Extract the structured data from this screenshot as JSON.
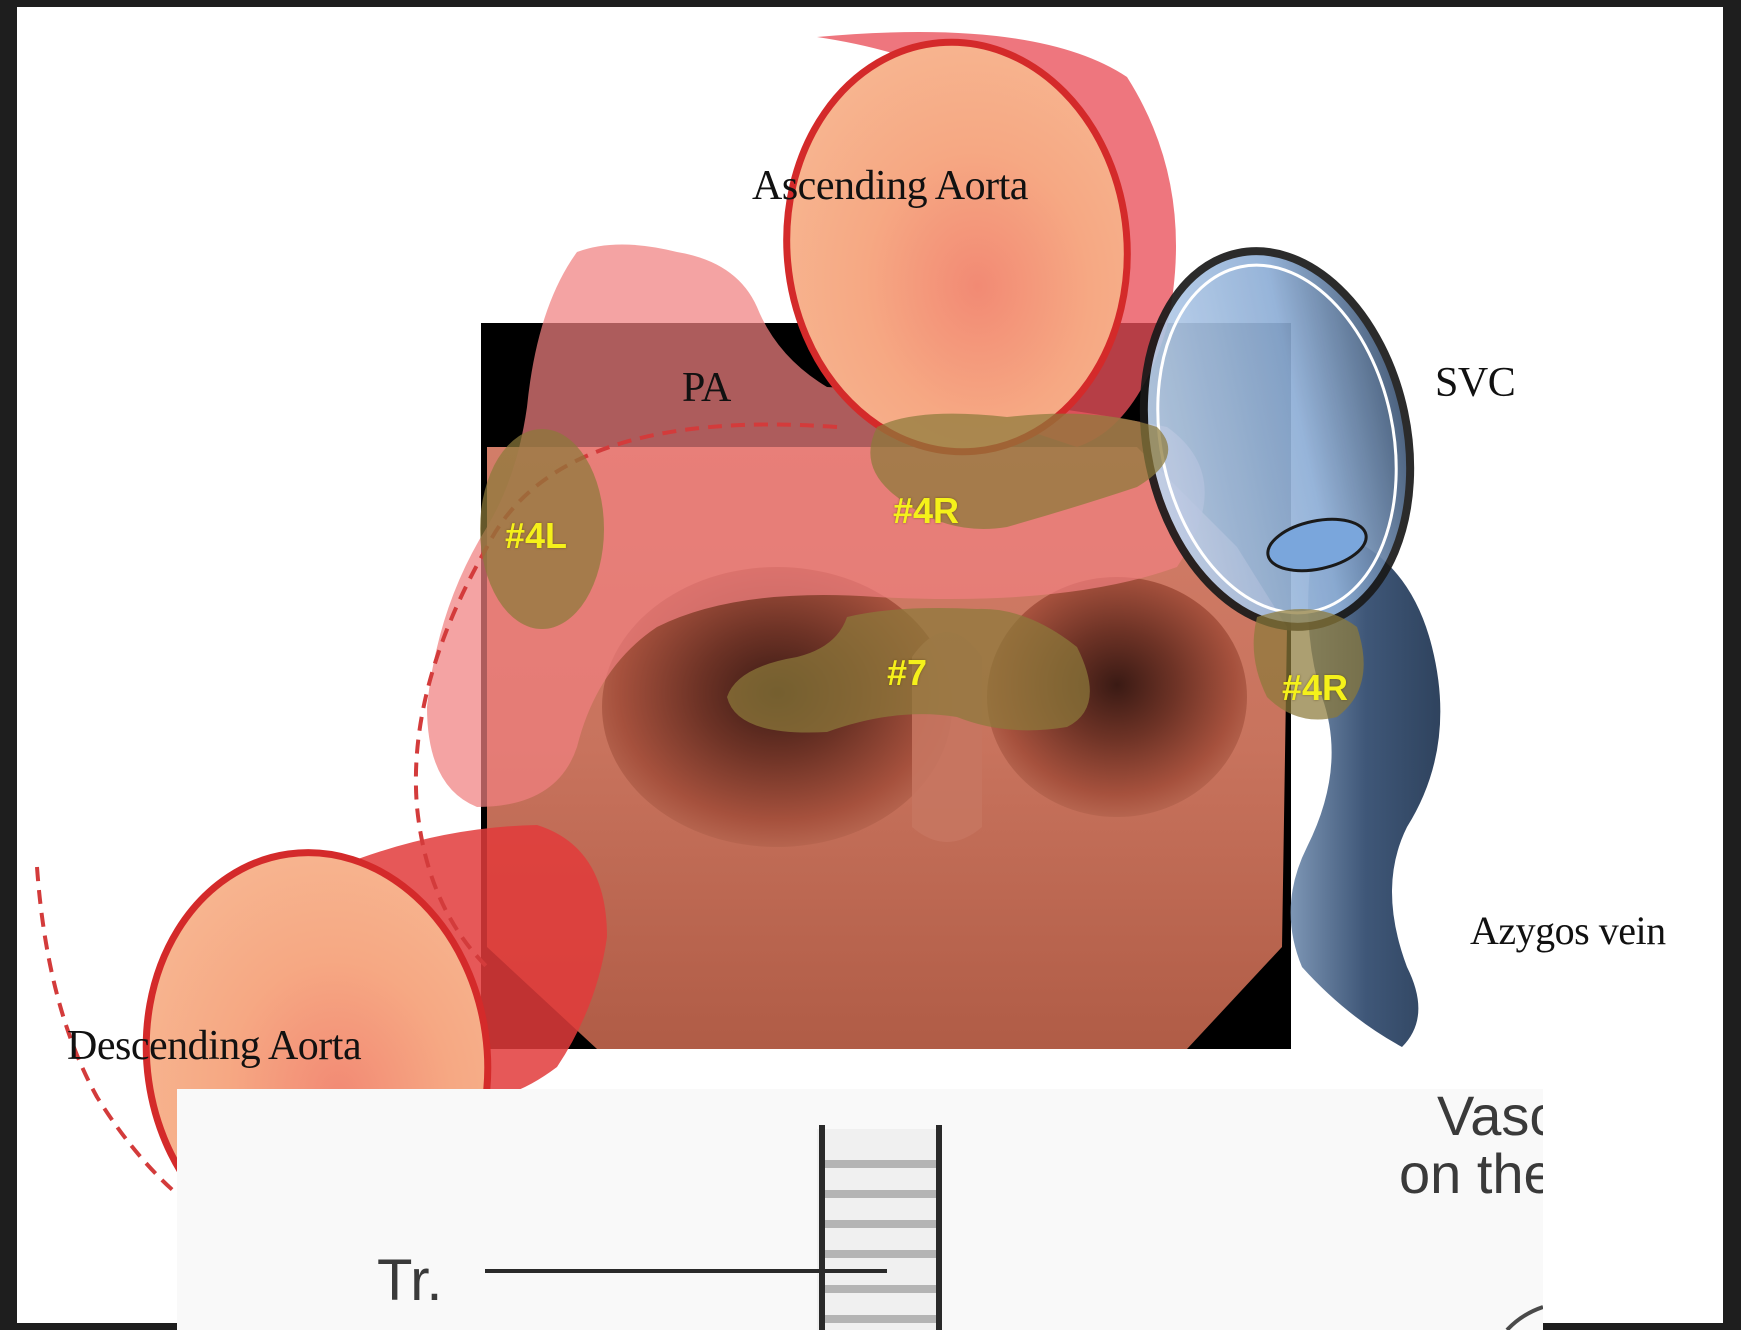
{
  "labels": {
    "ascending_aorta": "Ascending Aorta",
    "pa": "PA",
    "svc": "SVC",
    "azygos_vein": "Azygos vein",
    "descending_aorta": "Descending Aorta"
  },
  "stations": {
    "s4l": "#4L",
    "s4r_upper": "#4R",
    "s7": "#7",
    "s4r_right": "#4R"
  },
  "inset": {
    "tr_label": "Tr.",
    "text_line1": "Vasc",
    "text_line2": "on the"
  },
  "colors": {
    "aorta_fill": "#f4a57c",
    "aorta_outline": "#d42a2a",
    "vein_blue": "#9ab8dd",
    "azygos_dark": "#3e5674",
    "station_label": "#f5f11a",
    "lymph_node": "#8c7a3a"
  }
}
